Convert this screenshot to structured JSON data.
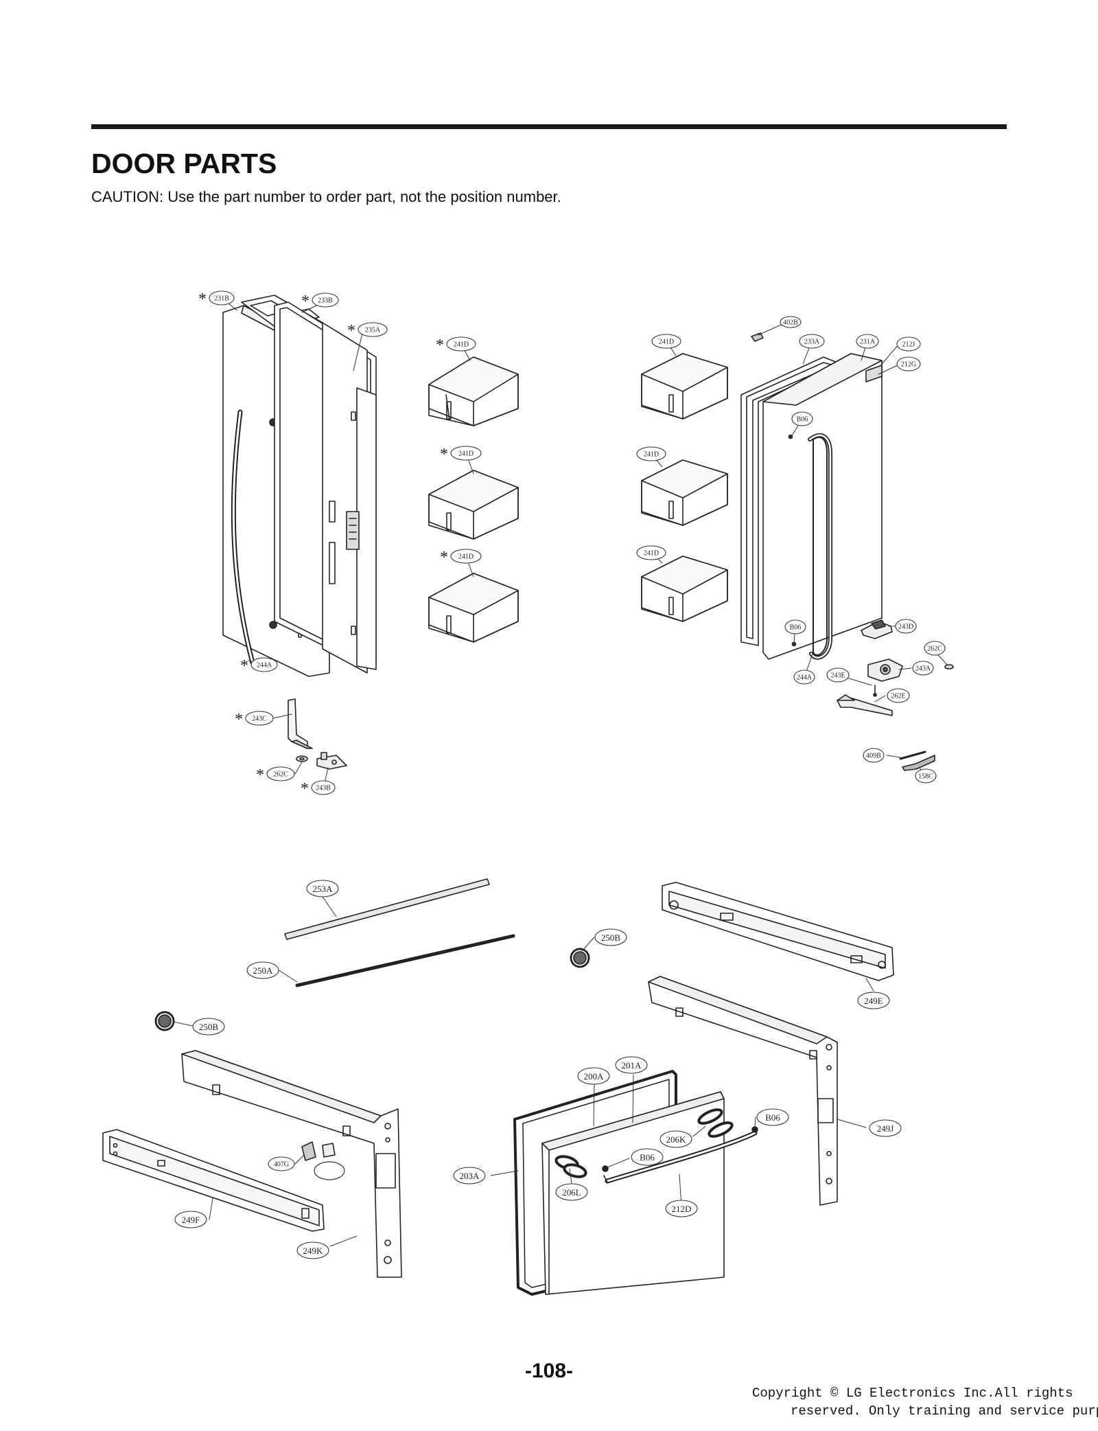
{
  "header": {
    "title": "DOOR PARTS",
    "caution": "CAUTION: Use the part number to order part, not the position number."
  },
  "footer": {
    "page_number": "-108-",
    "copyright_line1": "Copyright © LG Electronics Inc.All rights",
    "copyright_line2": "reserved. Only training and service purpose"
  },
  "callouts": [
    {
      "label": "231B",
      "star": true
    },
    {
      "label": "233B",
      "star": true
    },
    {
      "label": "235A",
      "star": true
    },
    {
      "label": "244A",
      "star": true
    },
    {
      "label": "243C",
      "star": true
    },
    {
      "label": "262C",
      "star": true
    },
    {
      "label": "243B",
      "star": true
    },
    {
      "label": "241D",
      "star": true
    },
    {
      "label": "241D",
      "star": true
    },
    {
      "label": "241D",
      "star": true
    },
    {
      "label": "241D",
      "star": false
    },
    {
      "label": "241D",
      "star": false
    },
    {
      "label": "241D",
      "star": false
    },
    {
      "label": "402B",
      "star": false
    },
    {
      "label": "233A",
      "star": false
    },
    {
      "label": "231A",
      "star": false
    },
    {
      "label": "212J",
      "star": false
    },
    {
      "label": "212G",
      "star": false
    },
    {
      "label": "B06",
      "star": false
    },
    {
      "label": "B06",
      "star": false
    },
    {
      "label": "243D",
      "star": false
    },
    {
      "label": "262C",
      "star": false
    },
    {
      "label": "243A",
      "star": false
    },
    {
      "label": "244A",
      "star": false
    },
    {
      "label": "243E",
      "star": false
    },
    {
      "label": "262E",
      "star": false
    },
    {
      "label": "409B",
      "star": false
    },
    {
      "label": "158C",
      "star": false
    },
    {
      "label": "253A",
      "star": false
    },
    {
      "label": "250B",
      "star": false
    },
    {
      "label": "250A",
      "star": false
    },
    {
      "label": "249E",
      "star": false
    },
    {
      "label": "250B",
      "star": false
    },
    {
      "label": "201A",
      "star": false
    },
    {
      "label": "200A",
      "star": false
    },
    {
      "label": "B06",
      "star": false
    },
    {
      "label": "206K",
      "star": false
    },
    {
      "label": "249J",
      "star": false
    },
    {
      "label": "B06",
      "star": false
    },
    {
      "label": "407G",
      "star": false
    },
    {
      "label": "203A",
      "star": false
    },
    {
      "label": "206L",
      "star": false
    },
    {
      "label": "249F",
      "star": false
    },
    {
      "label": "212D",
      "star": false
    },
    {
      "label": "249K",
      "star": false
    }
  ]
}
